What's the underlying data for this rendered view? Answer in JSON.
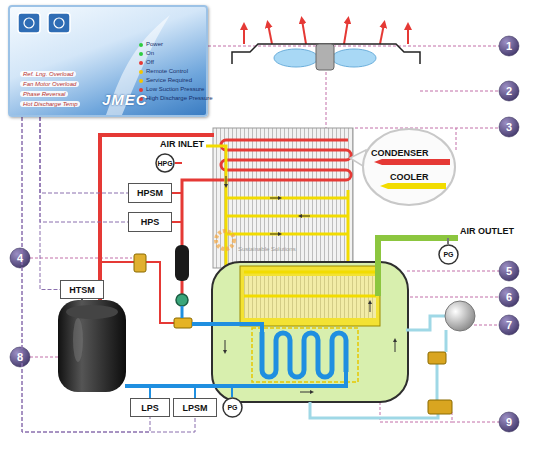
{
  "diagram": {
    "nodes": [
      {
        "text": [
          "Power",
          "On",
          "Off",
          "Remote Control",
          "Service Required",
          "Low Suction Pressure",
          "High Discharge Pressure",
          "Ref. Lng. Overload",
          "Fan Motor Overload",
          "Phase Reversal",
          "Hot Discharge Temp",
          "JMEC"
        ]
      },
      {
        "text": [
          "HPG"
        ]
      },
      {
        "text": [
          "HPSM"
        ]
      },
      {
        "text": [
          "HPS"
        ]
      },
      {
        "text": [
          "CONDENSER",
          "COOLER"
        ]
      },
      {
        "text": [
          "PG"
        ]
      },
      {
        "text": [
          "HTSM"
        ]
      },
      {
        "text": [
          "LPS"
        ]
      },
      {
        "text": [
          "LPSM"
        ]
      },
      {
        "text": [
          "PG"
        ]
      }
    ],
    "edges": [
      {
        "from": 0,
        "to": 2,
        "arrow": "none"
      },
      {
        "from": 0,
        "to": 3,
        "arrow": "none"
      },
      {
        "from": 0,
        "to": 6,
        "arrow": "none"
      },
      {
        "from": 0,
        "to": 7,
        "arrow": "none"
      },
      {
        "from": 0,
        "to": 8,
        "arrow": "none"
      }
    ],
    "labels": [
      "AIR INLET",
      "AIR OUTLET",
      "1",
      "2",
      "3",
      "4",
      "5",
      "6",
      "7",
      "8",
      "9",
      "Sustainable Solutions"
    ]
  }
}
